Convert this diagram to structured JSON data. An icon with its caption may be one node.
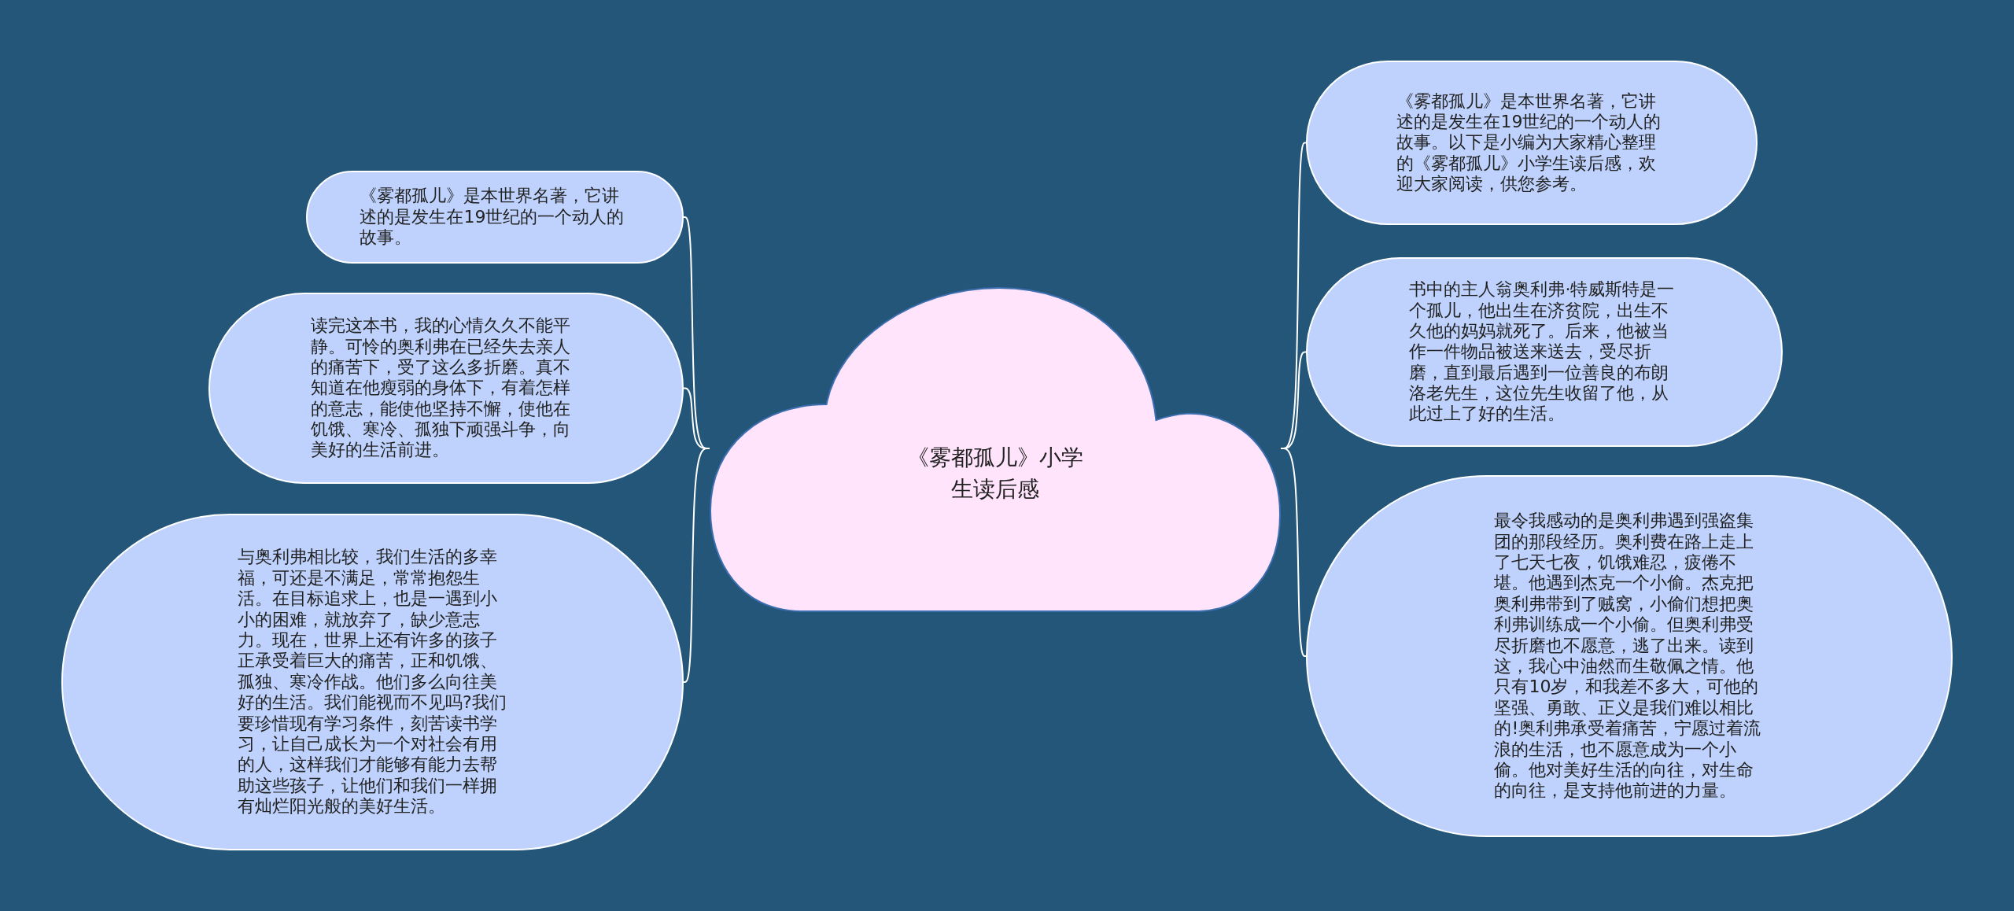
{
  "diagram": {
    "nodes": [
      {
        "text": [
          "《雾都孤儿》小学生读后感"
        ]
      },
      {
        "text": [
          "《雾都孤儿》是本世界名著，它讲述的是发生在19世纪的一个动人的故事。"
        ]
      },
      {
        "text": [
          "读完这本书，我的心情久久不能平静。可怜的奥利弗在已经失去亲人的痛苦下，受了这么多折磨。真不知道在他瘦弱的身体下，有着怎样的意志，能使他坚持不懈，使他在饥饿、寒冷、孤独下顽强斗争，向美好的生活前进。"
        ]
      },
      {
        "text": [
          "与奥利弗相比较，我们生活的多幸福，可还是不满足，常常抱怨生活。在目标追求上，也是一遇到小小的困难，就放弃了，缺少意志力。现在，世界上还有许多的孩子正承受着巨大的痛苦，正和饥饿、孤独、寒冷作战。他们多么向往美好的生活。我们能视而不见吗?我们要珍惜现有学习条件，刻苦读书学习，让自己成长为一个对社会有用的人，这样我们才能够有能力去帮助这些孩子，让他们和我们一样拥有灿烂阳光般的美好生活。"
        ]
      },
      {
        "text": [
          "《雾都孤儿》是本世界名著，它讲述的是发生在19世纪的一个动人的故事。以下是小编为大家精心整理的《雾都孤儿》小学生读后感，欢迎大家阅读，供您参考。"
        ]
      },
      {
        "text": [
          "书中的主人翁奥利弗·特威斯特是一个孤儿，他出生在济贫院，出生不久他的妈妈就死了。后来，他被当作一件物品被送来送去，受尽折磨，直到最后遇到一位善良的布朗洛老先生，这位先生收留了他，从此过上了好的生活。"
        ]
      },
      {
        "text": [
          "最令我感动的是奥利弗遇到强盗集团的那段经历。奥利费在路上走上了七天七夜，饥饿难忍，疲倦不堪。他遇到杰克一个小偷。杰克把奥利弗带到了贼窝，小偷们想把奥利弗训练成一个小偷。但奥利弗受尽折磨也不愿意，逃了出来。读到这，我心中油然而生敬佩之情。他只有10岁，和我差不多大，可他的坚强、勇敢、正义是我们难以相比的!奥利弗承受着痛苦，宁愿过着流浪的生活，也不愿意成为一个小偷。他对美好生活的向往，对生命的向往，是支持他前进的力量。"
        ]
      }
    ],
    "edges": [
      {
        "from": 0,
        "to": 1,
        "arrow": "none"
      },
      {
        "from": 0,
        "to": 2,
        "arrow": "none"
      },
      {
        "from": 0,
        "to": 3,
        "arrow": "none"
      },
      {
        "from": 0,
        "to": 4,
        "arrow": "none"
      },
      {
        "from": 0,
        "to": 5,
        "arrow": "none"
      },
      {
        "from": 0,
        "to": 6,
        "arrow": "none"
      }
    ]
  }
}
